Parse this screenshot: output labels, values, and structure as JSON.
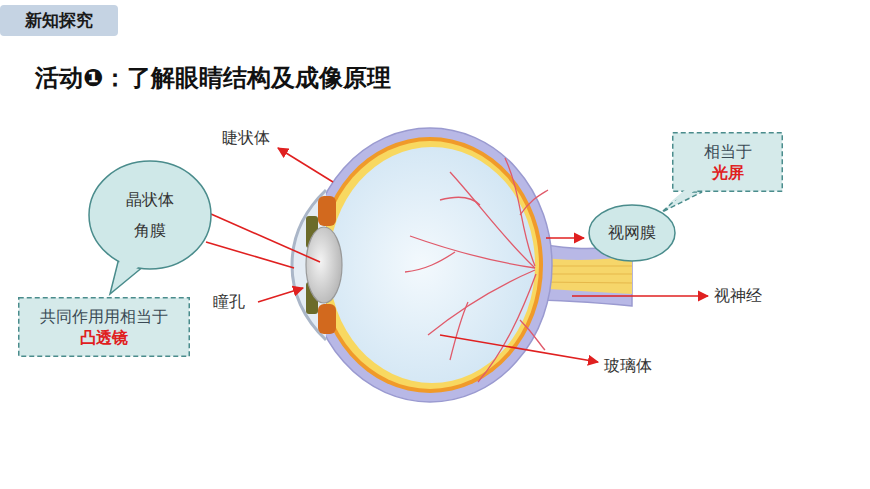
{
  "diagram": {
    "title": "活动❶：了解眼睛结构及成像原理",
    "nodes": [
      {
        "text": [
          "新知探究"
        ]
      },
      {
        "text": [
          "晶状体",
          "角膜"
        ]
      },
      {
        "text": [
          "共同作用用相当于",
          "凸透镜"
        ]
      },
      {
        "text": [
          "相当于",
          "光屏"
        ]
      },
      {
        "text": [
          "视网膜"
        ]
      }
    ],
    "labels": [
      "睫状体",
      "瞳孔",
      "视神经",
      "玻璃体"
    ]
  }
}
